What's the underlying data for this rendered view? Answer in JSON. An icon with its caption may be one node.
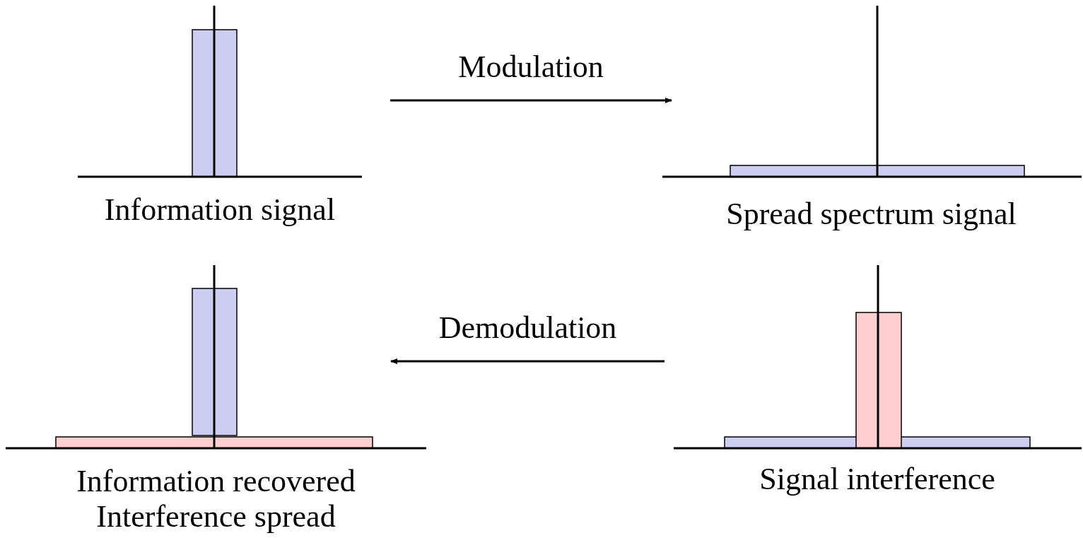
{
  "diagram": {
    "nodes": [
      {
        "text": [
          "Information signal"
        ]
      },
      {
        "text": [
          "Spread spectrum signal"
        ]
      },
      {
        "text": [
          "Information recovered",
          "Interference spread"
        ]
      },
      {
        "text": [
          "Signal interference"
        ]
      }
    ],
    "edges": [
      {
        "from": 0,
        "to": 1,
        "arrow": "to",
        "label": "Modulation"
      },
      {
        "from": 3,
        "to": 2,
        "arrow": "to",
        "label": "Demodulation"
      }
    ]
  }
}
